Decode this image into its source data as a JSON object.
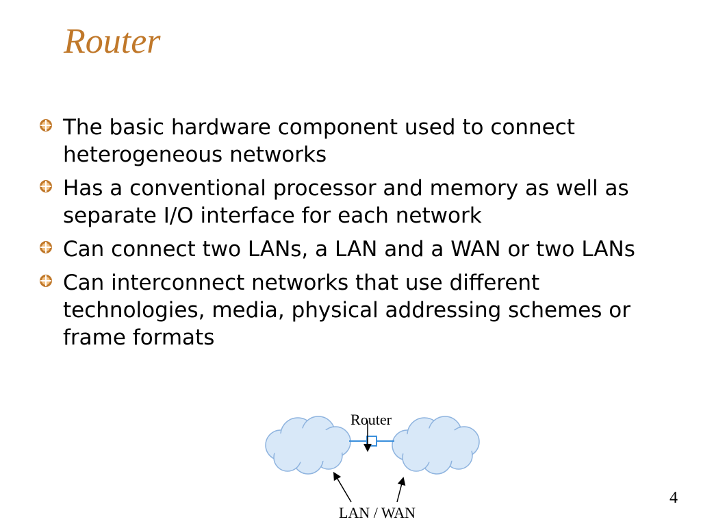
{
  "title": "Router",
  "bullets": [
    {
      "text": "The basic hardware component used to connect heterogeneous networks"
    },
    {
      "text": "Has a conventional processor and memory as well as separate I/O interface for each network"
    },
    {
      "text": "Can connect two LANs, a LAN and a WAN or two LANs"
    },
    {
      "text": "Can interconnect networks that use different technologies, media, physical addressing schemes or frame formats"
    }
  ],
  "diagram": {
    "router_label": "Router",
    "network_label": "LAN / WAN"
  },
  "page_number": "4",
  "colors": {
    "title": "#c0782a",
    "bullet": "#c0782a",
    "cloud_fill": "#d8e8f8",
    "cloud_stroke": "#8fb4df",
    "link": "#3a8fdc"
  }
}
